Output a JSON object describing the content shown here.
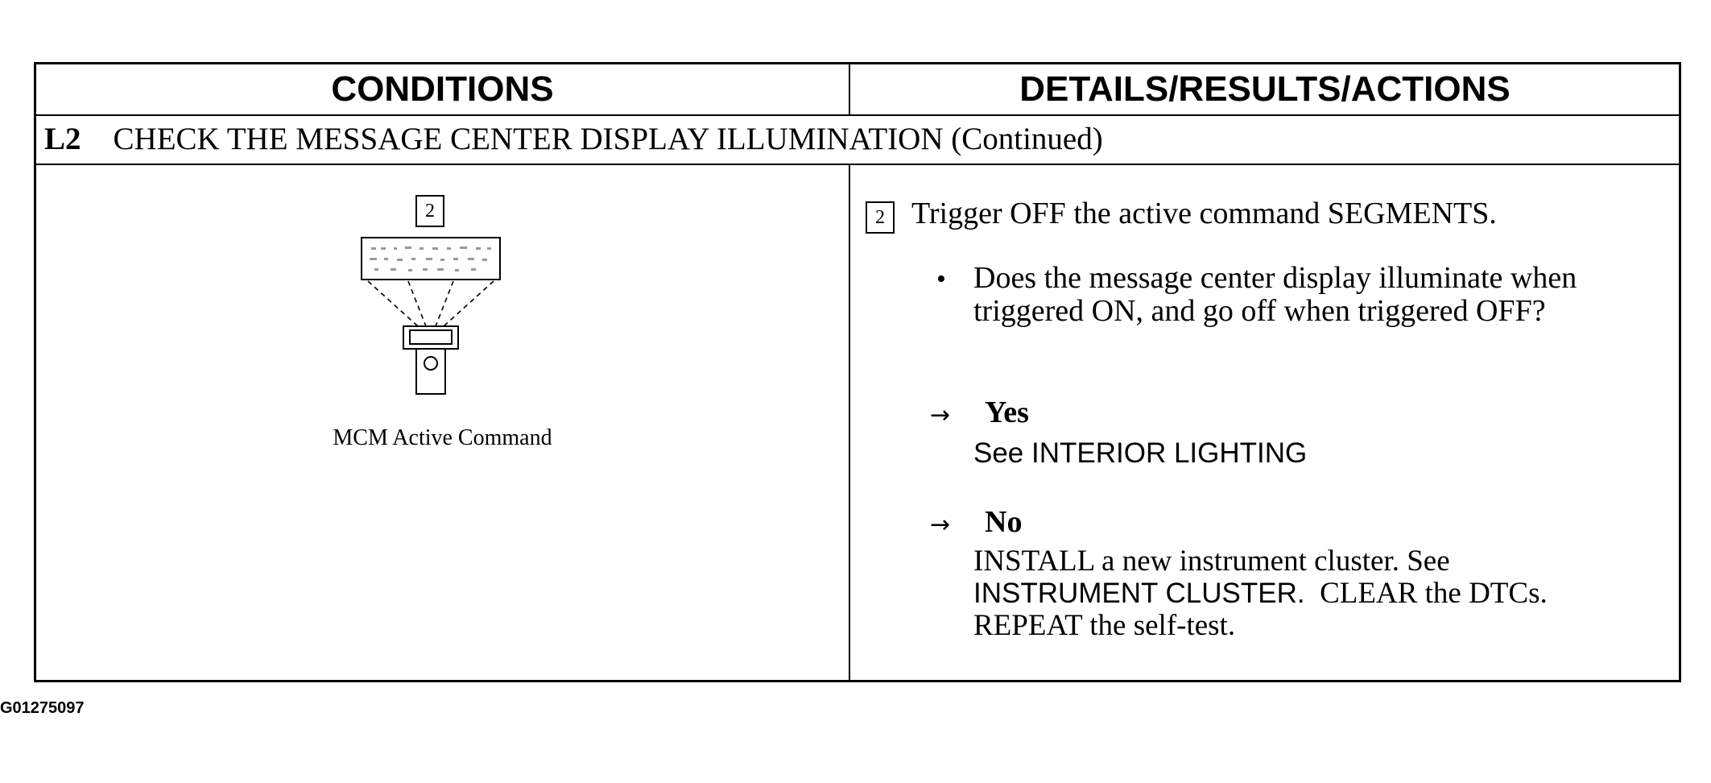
{
  "header": {
    "left": "CONDITIONS",
    "right": "DETAILS/RESULTS/ACTIONS"
  },
  "section": {
    "code": "L2",
    "title": "CHECK THE MESSAGE CENTER DISPLAY ILLUMINATION (Continued)"
  },
  "conditions": {
    "step_number": "2",
    "figure_caption": "MCM Active Command",
    "icon": "scan-tool-display-icon"
  },
  "details": {
    "step_number": "2",
    "step_text": "Trigger OFF the active command SEGMENTS.",
    "bullet": "•",
    "question": "Does the message center display illuminate when triggered ON, and go off when triggered OFF?",
    "arrow": "→",
    "yes": {
      "label": "Yes",
      "text": "See INTERIOR LIGHTING"
    },
    "no": {
      "label": "No",
      "line1": "INSTALL a new instrument cluster.  See",
      "line2_a": "INSTRUMENT CLUSTER.",
      "line2_b": "  CLEAR the DTCs.",
      "line3": "REPEAT the self-test."
    }
  },
  "reference_code": "G01275097"
}
